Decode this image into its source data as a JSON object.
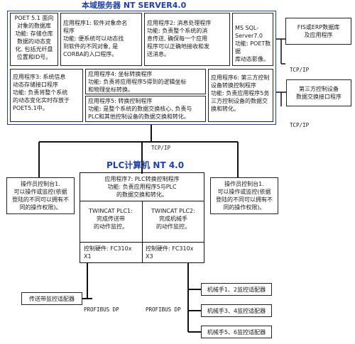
{
  "server": {
    "title": "本域服务器 NT SERVER4.0",
    "poet": "POET 5.1 面向\n对象的数据库\n功能: 存储仓库\n数据的动态变\n化, 包括光纤盘\n位置和ID号。",
    "app1": "应用程序1: 软件对象命名\n程序\n功能: 便系统可以动态找\n到软件的不同对象, 是\nCORBA的入口程序。",
    "app2": "应用程序2: 消息处理程序\n功能: 负责整个系统的消\n息传送, 确保每一个应用\n程序可以正确地接收和发\n送消息。",
    "mssql": "MS SQL-\nServer7.0\n功能: POET数据\n库动态影像。",
    "app3": "应用程序3: 系统信息\n动态存储接口程序\n功能: 负责将整个系统\n的动态变化实时存放于\nPOET5.1中。",
    "app4": "应用程序4: 坐标转换程序\n功能: 负责将应用程序5得到的逻辑坐标\n和物理坐标转换。",
    "app5": "应用程序5: 转换控制程序\n功能: 是整个系统的数据交换核心, 负责与\nPLC和其他控制设备的数据交换和转化。",
    "app6": "应用程序6: 第三方控制\n设备转换控制程序\n功能: 负责应用程序5务\n三方控制设备的数据交\n换和转化。"
  },
  "external": {
    "fis": "FIS或ERP数据库\n及应用程序",
    "third": "第三方控制设备\n数据交换接口程序",
    "tcp1": "TCP/IP",
    "tcp2": "TCP/IP"
  },
  "network": {
    "tcp": "TCP/IP"
  },
  "plc": {
    "title": "PLC计算机 NT 4.0",
    "app7": "应用程序7: PLC转换控制程序\n功能: 负责应用程序5与PLC\n的数据交换和转化。",
    "plc1": "TWINCAT PLC1:\n完成传送带\n的动作监控。",
    "plc2": "TWINCAT PLC2:\n完成机械手\n的动作监控。",
    "hw1": "控制硬件: FC310x\nX1",
    "hw2": "控制硬件: FC310x\nX3"
  },
  "consoles": {
    "left": "操作员控制台1.\n可以操作或监控(依据\n登陆的不同可以拥有不\n同的操作权限)。",
    "right": "操作员控制台1.\n可以操作或监控(依据\n登陆的不同可以拥有不\n同的操作权限)。"
  },
  "field": {
    "conveyor": "传送带监控适配器",
    "profibus1": "PROFIBUS DP",
    "profibus2": "PROFIBUS DP",
    "robot12": "机械手1、2监控适配器",
    "robot34": "机械手3、4监控适配器",
    "robot56": "机械手5、6监控适配器"
  }
}
